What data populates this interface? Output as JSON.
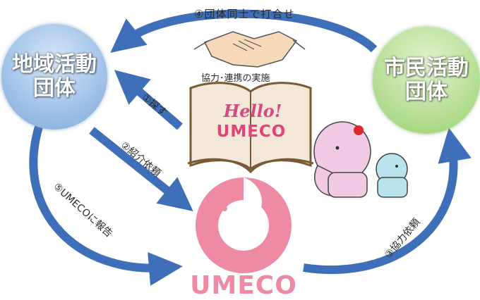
{
  "nodes": {
    "local_group": "地域活動\n団体",
    "civic_group": "市民活動\n団体"
  },
  "labels": {
    "step4": "④団体同士で打合せ",
    "cooperation": "協力･連携の実施",
    "step1": "①探す",
    "step2": "②紹介依頼",
    "step3": "③協力依頼",
    "step5": "⑤UMECOに報告"
  },
  "book": {
    "hello": "Hello!",
    "umeco": "UMECO"
  },
  "logo": {
    "text": "UMECO"
  },
  "colors": {
    "arrow": "#3f6fb8",
    "local_circle": "#9fc1e8",
    "civic_circle": "#b6df95",
    "logo": "#ee8aa3"
  }
}
